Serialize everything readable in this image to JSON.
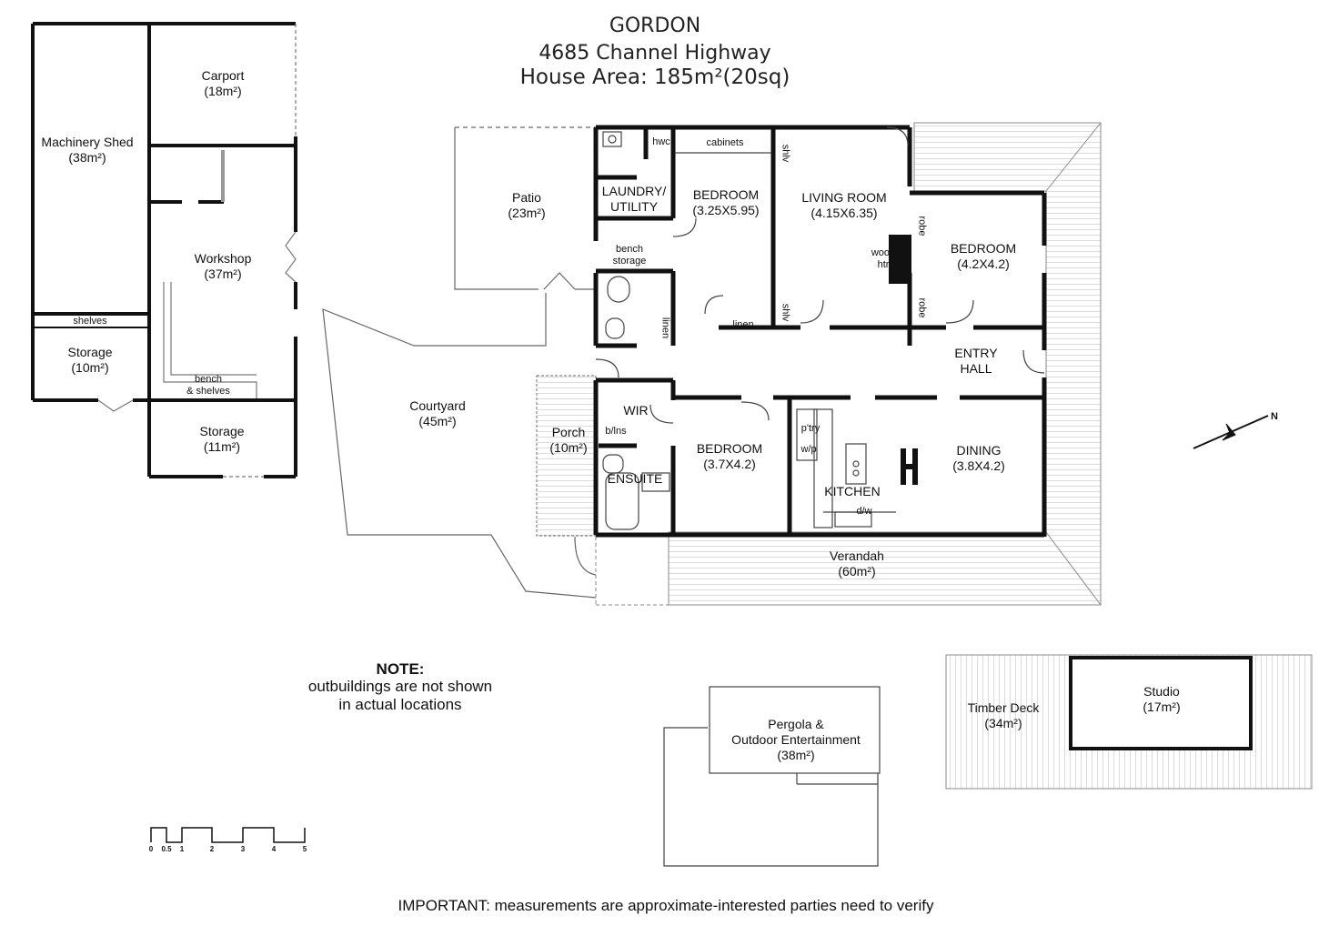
{
  "title": {
    "line1": "GORDON",
    "line2": "4685 Channel Highway",
    "line3": "House Area: 185m²(20sq)"
  },
  "rooms": {
    "carport": {
      "name": "Carport",
      "size": "(18m²)"
    },
    "machinery_shed": {
      "name": "Machinery Shed",
      "size": "(38m²)"
    },
    "workshop": {
      "name": "Workshop",
      "size": "(37m²)"
    },
    "shelves": "shelves",
    "storage_10": {
      "name": "Storage",
      "size": "(10m²)"
    },
    "bench_shelves_1": "bench",
    "bench_shelves_2": "& shelves",
    "storage_11": {
      "name": "Storage",
      "size": "(11m²)"
    },
    "patio": {
      "name": "Patio",
      "size": "(23m²)"
    },
    "laundry": {
      "name": "LAUNDRY/",
      "name2": "UTILITY"
    },
    "hwc": "hwc",
    "cabinets": "cabinets",
    "bench_storage_1": "bench",
    "bench_storage_2": "storage",
    "linen_vertical": "linen",
    "bedroom1": {
      "name": "BEDROOM",
      "size": "(3.25X5.95)"
    },
    "linen": "linen",
    "shlv_top": "shlv",
    "shlv_bottom": "shlv",
    "living": {
      "name": "LIVING ROOM",
      "size": "(4.15X6.35)"
    },
    "wood_htr_1": "wood",
    "wood_htr_2": "htr",
    "robe_top": "robe",
    "robe_bottom": "robe",
    "bedroom2": {
      "name": "BEDROOM",
      "size": "(4.2X4.2)"
    },
    "entry": {
      "name": "ENTRY",
      "name2": "HALL"
    },
    "courtyard": {
      "name": "Courtyard",
      "size": "(45m²)"
    },
    "porch": {
      "name": "Porch",
      "size": "(10m²)"
    },
    "wir": "WIR",
    "blins": "b/lns",
    "ensuite": "ENSUITE",
    "bedroom3": {
      "name": "BEDROOM",
      "size": "(3.7X4.2)"
    },
    "pantry": "p'try",
    "wp": "w/p",
    "kitchen": "KITCHEN",
    "dw": "d/w",
    "dining": {
      "name": "DINING",
      "size": "(3.8X4.2)"
    },
    "verandah": {
      "name": "Verandah",
      "size": "(60m²)"
    },
    "pergola": {
      "name": "Pergola &",
      "name2": "Outdoor Entertainment",
      "size": "(38m²)"
    },
    "timber_deck": {
      "name": "Timber Deck",
      "size": "(34m²)"
    },
    "studio": {
      "name": "Studio",
      "size": "(17m²)"
    }
  },
  "note": {
    "heading": "NOTE:",
    "line1": "outbuildings are not shown",
    "line2": "in actual locations"
  },
  "compass": {
    "label": "N"
  },
  "scale": {
    "labels": [
      "0",
      "0.5",
      "1",
      "2",
      "3",
      "4",
      "5"
    ]
  },
  "important": "IMPORTANT: measurements are approximate-interested parties need to verify"
}
